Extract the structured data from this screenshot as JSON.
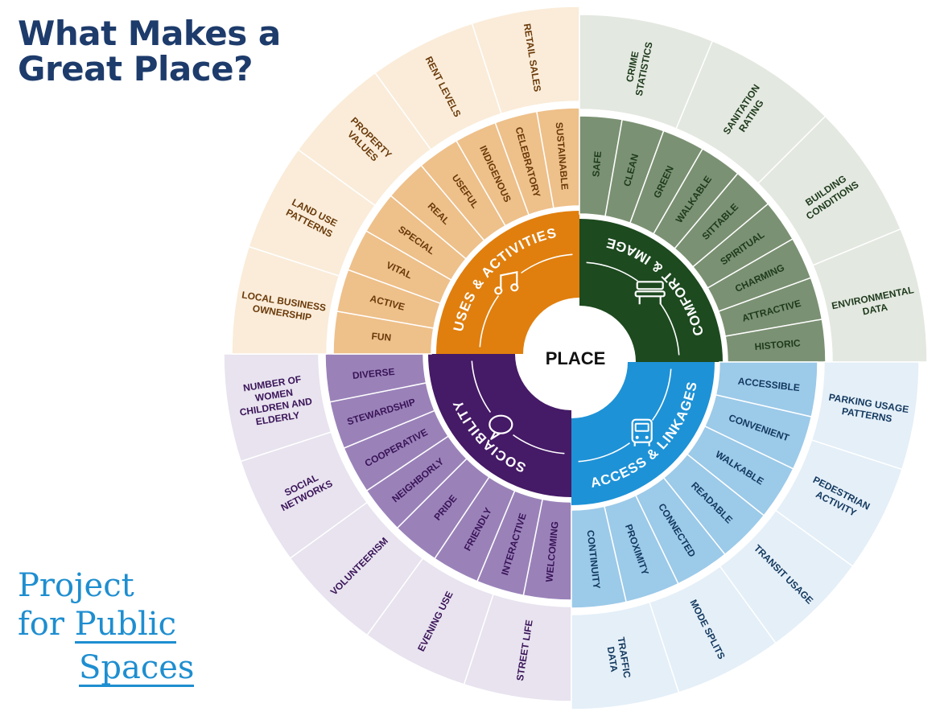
{
  "title": {
    "line1": "What Makes a",
    "line2": "Great Place?"
  },
  "brand": {
    "line1": "Project",
    "line2a": "for",
    "line2b": "Public",
    "line3": "Spaces"
  },
  "center_label": "PLACE",
  "quadrants": [
    {
      "key": "sociability",
      "name": "SOCIABILITY",
      "icon": "speech-bubble-icon",
      "colors": {
        "core": "#451a66",
        "mid": "#9a82b9",
        "outer": "#e8e3ef",
        "text": "#3a1458"
      },
      "attributes": [
        "WELCOMING",
        "INTERACTIVE",
        "FRIENDLY",
        "PRIDE",
        "NEIGHBORLY",
        "COOPERATIVE",
        "STEWARDSHIP",
        "DIVERSE"
      ],
      "measurements": [
        "STREET LIFE",
        "EVENING USE",
        "VOLUNTEERISM",
        "SOCIAL\nNETWORKS",
        "NUMBER OF\nWOMEN\nCHILDREN AND\nELDERLY"
      ]
    },
    {
      "key": "uses",
      "name": "USES & ACTIVITIES",
      "icon": "music-notes-icon",
      "colors": {
        "core": "#e07f0e",
        "mid": "#eec08a",
        "outer": "#faecd9",
        "text": "#6a3a0a"
      },
      "attributes": [
        "FUN",
        "ACTIVE",
        "VITAL",
        "SPECIAL",
        "REAL",
        "USEFUL",
        "INDIGENOUS",
        "CELEBRATORY",
        "SUSTAINABLE"
      ],
      "measurements": [
        "LOCAL BUSINESS\nOWNERSHIP",
        "LAND USE\nPATTERNS",
        "PROPERTY\nVALUES",
        "RENT LEVELS",
        "RETAIL SALES"
      ]
    },
    {
      "key": "comfort",
      "name": "COMFORT & IMAGE",
      "icon": "bench-icon",
      "colors": {
        "core": "#1d4a1f",
        "mid": "#7b9173",
        "outer": "#e3e8e0",
        "text": "#1e3a1c"
      },
      "attributes": [
        "SAFE",
        "CLEAN",
        "GREEN",
        "WALKABLE",
        "SITTABLE",
        "SPIRITUAL",
        "CHARMING",
        "ATTRACTIVE",
        "HISTORIC"
      ],
      "measurements": [
        "CRIME\nSTATISTICS",
        "SANITATION\nRATING",
        "BUILDING\nCONDITIONS",
        "ENVIRONMENTAL\nDATA"
      ]
    },
    {
      "key": "access",
      "name": "ACCESS & LINKAGES",
      "icon": "bus-icon",
      "colors": {
        "core": "#1e92d6",
        "mid": "#9ccae9",
        "outer": "#e4eff8",
        "text": "#13385e"
      },
      "attributes": [
        "ACCESSIBLE",
        "CONVENIENT",
        "WALKABLE",
        "READABLE",
        "CONNECTED",
        "PROXIMITY",
        "CONTINUITY"
      ],
      "measurements": [
        "PARKING USAGE\nPATTERNS",
        "PEDESTRIAN\nACTIVITY",
        "TRANSIT USAGE",
        "MODE SPLITS",
        "TRAFFIC\nDATA"
      ]
    }
  ]
}
